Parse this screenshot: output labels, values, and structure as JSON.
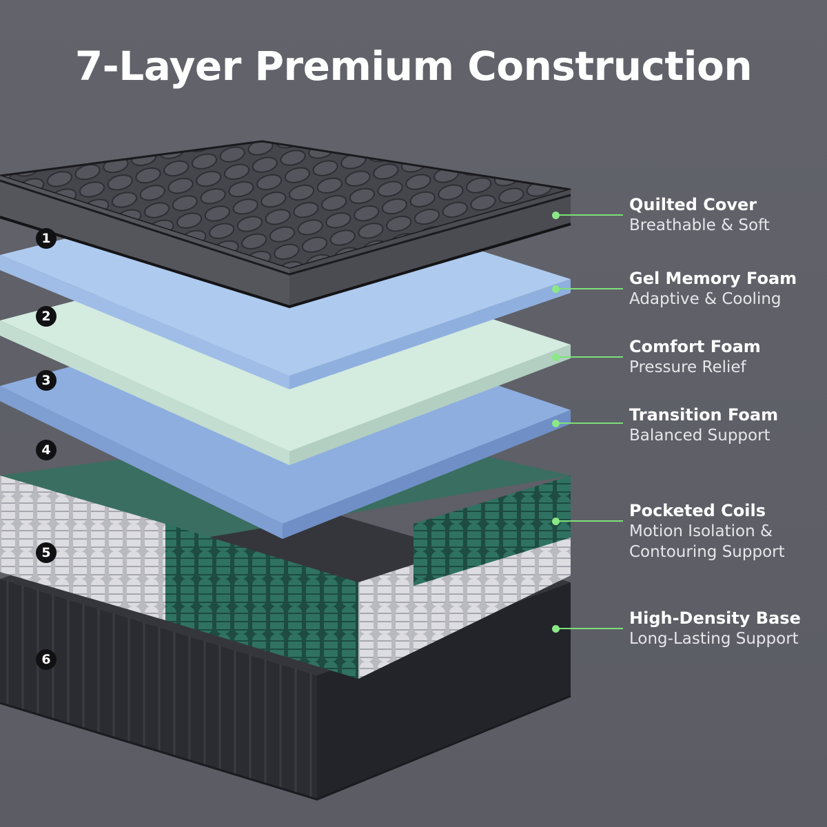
{
  "title": "7-Layer Premium Construction",
  "layers": [
    {
      "number": "1",
      "name": "Quilted Cover",
      "description": "Breathable & Soft"
    },
    {
      "number": "2",
      "name": "Gel Memory Foam",
      "description": "Adaptive & Cooling"
    },
    {
      "number": "3",
      "name": "Comfort Foam",
      "description": "Pressure Relief"
    },
    {
      "number": "4",
      "name": "Transition Foam",
      "description": "Balanced Support"
    },
    {
      "number": "5",
      "name": "Pocketed Coils",
      "description": "Motion Isolation &\nContouring Support"
    },
    {
      "number": "6",
      "name": "High-Density Base",
      "description": "Long-Lasting Support"
    }
  ],
  "colors": {
    "background": "#5f6068",
    "accent_green": "#7ee07a",
    "cover": "#4a4b52",
    "gel_foam": "#a9c6ea",
    "comfort_foam": "#cfe8dc",
    "transition_foam": "#8aa9dc",
    "coil_white": "#d3d3d8",
    "coil_green": "#2d6b5c",
    "base": "#2a2b30"
  }
}
